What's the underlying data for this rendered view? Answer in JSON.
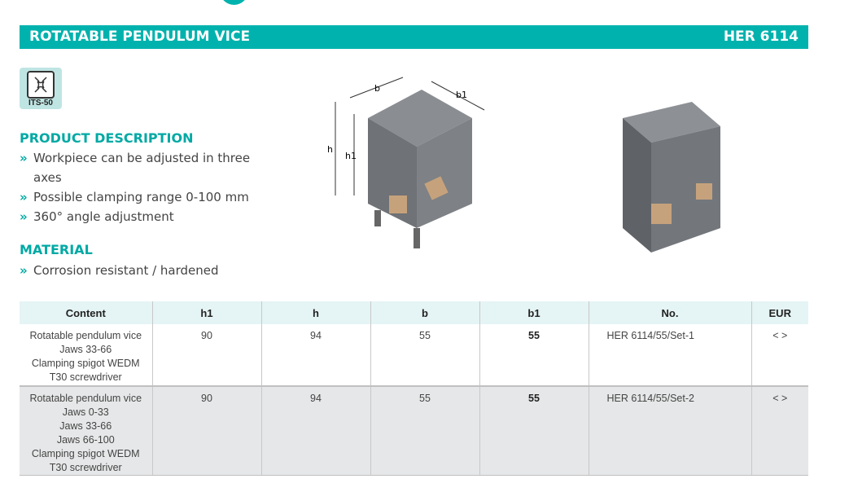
{
  "header": {
    "title": "ROTATABLE PENDULUM VICE",
    "code": "HER 6114"
  },
  "badge": {
    "label": "ITS-50",
    "icon": "its-chuck-icon"
  },
  "description": {
    "heading": "PRODUCT DESCRIPTION",
    "items": [
      "Workpiece can be adjusted in three axes",
      "Possible clamping range 0-100 mm",
      "360° angle adjustment"
    ]
  },
  "material": {
    "heading": "MATERIAL",
    "items": [
      "Corrosion resistant / hardened"
    ]
  },
  "drawing": {
    "labels": {
      "b": "b",
      "b1": "b1",
      "h": "h",
      "h1": "h1"
    }
  },
  "table": {
    "headers": [
      "Content",
      "h1",
      "h",
      "b",
      "b1",
      "No.",
      "EUR"
    ],
    "rows": [
      {
        "content": [
          "Rotatable pendulum vice",
          "Jaws 33-66",
          "Clamping spigot WEDM",
          "T30 screwdriver"
        ],
        "h1": "90",
        "h": "94",
        "b": "55",
        "b1": "55",
        "no": "HER 6114/55/Set-1",
        "eur": "< >"
      },
      {
        "content": [
          "Rotatable pendulum vice",
          "Jaws 0-33",
          "Jaws 33-66",
          "Jaws 66-100",
          "Clamping spigot WEDM",
          "T30 screwdriver"
        ],
        "h1": "90",
        "h": "94",
        "b": "55",
        "b1": "55",
        "no": "HER 6114/55/Set-2",
        "eur": "< >"
      }
    ]
  },
  "colors": {
    "accent": "#00b2ad"
  }
}
